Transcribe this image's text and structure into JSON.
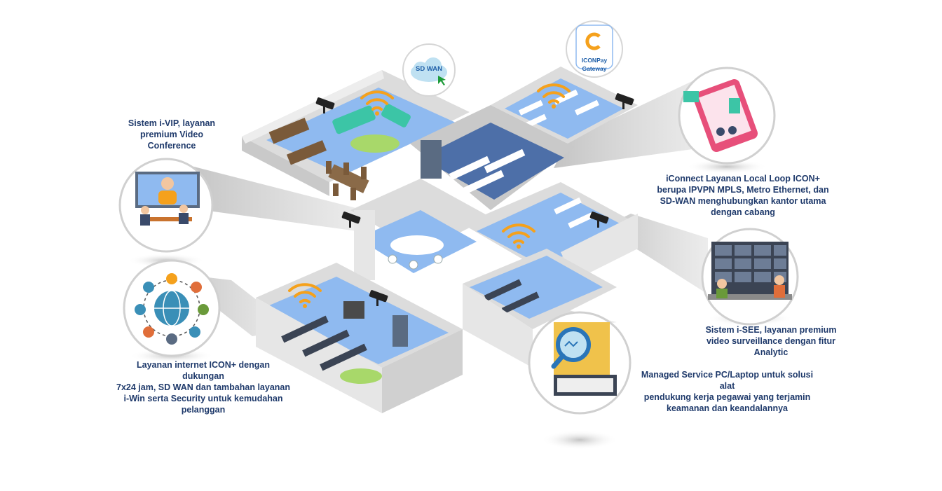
{
  "captions": {
    "vip": "Sistem i-VIP, layanan\npremium Video\nConference",
    "iconnect": "iConnect Layanan Local Loop ICON+\nberupa IPVPN MPLS, Metro Ethernet, dan\nSD-WAN menghubungkan kantor utama\ndengan cabang",
    "isee": "Sistem i-SEE, layanan premium\nvideo surveillance dengan fitur\nAnalytic",
    "internet": "Layanan internet ICON+ dengan dukungan\n7x24 jam, SD WAN dan tambahan layanan\ni-Win serta Security untuk kemudahan\npelanggan",
    "managed": "Managed Service PC/Laptop untuk solusi alat\npendukung kerja pegawai yang terjamin\nkeamanan dan keandalannya"
  },
  "badges": {
    "sdwan": "SD WAN",
    "iconpay": "ICONPay\nGateway"
  },
  "colors": {
    "caption": "#1f3a6b",
    "floor_blue": "#8fbaf0",
    "floor_dark": "#4d6fa8",
    "wall_light": "#e6e6e6",
    "wall_mid": "#cfcfcf",
    "wifi_orange": "#f5a11c",
    "green_rug": "#a8d86a",
    "beam_grey": "#c4c4c4"
  }
}
